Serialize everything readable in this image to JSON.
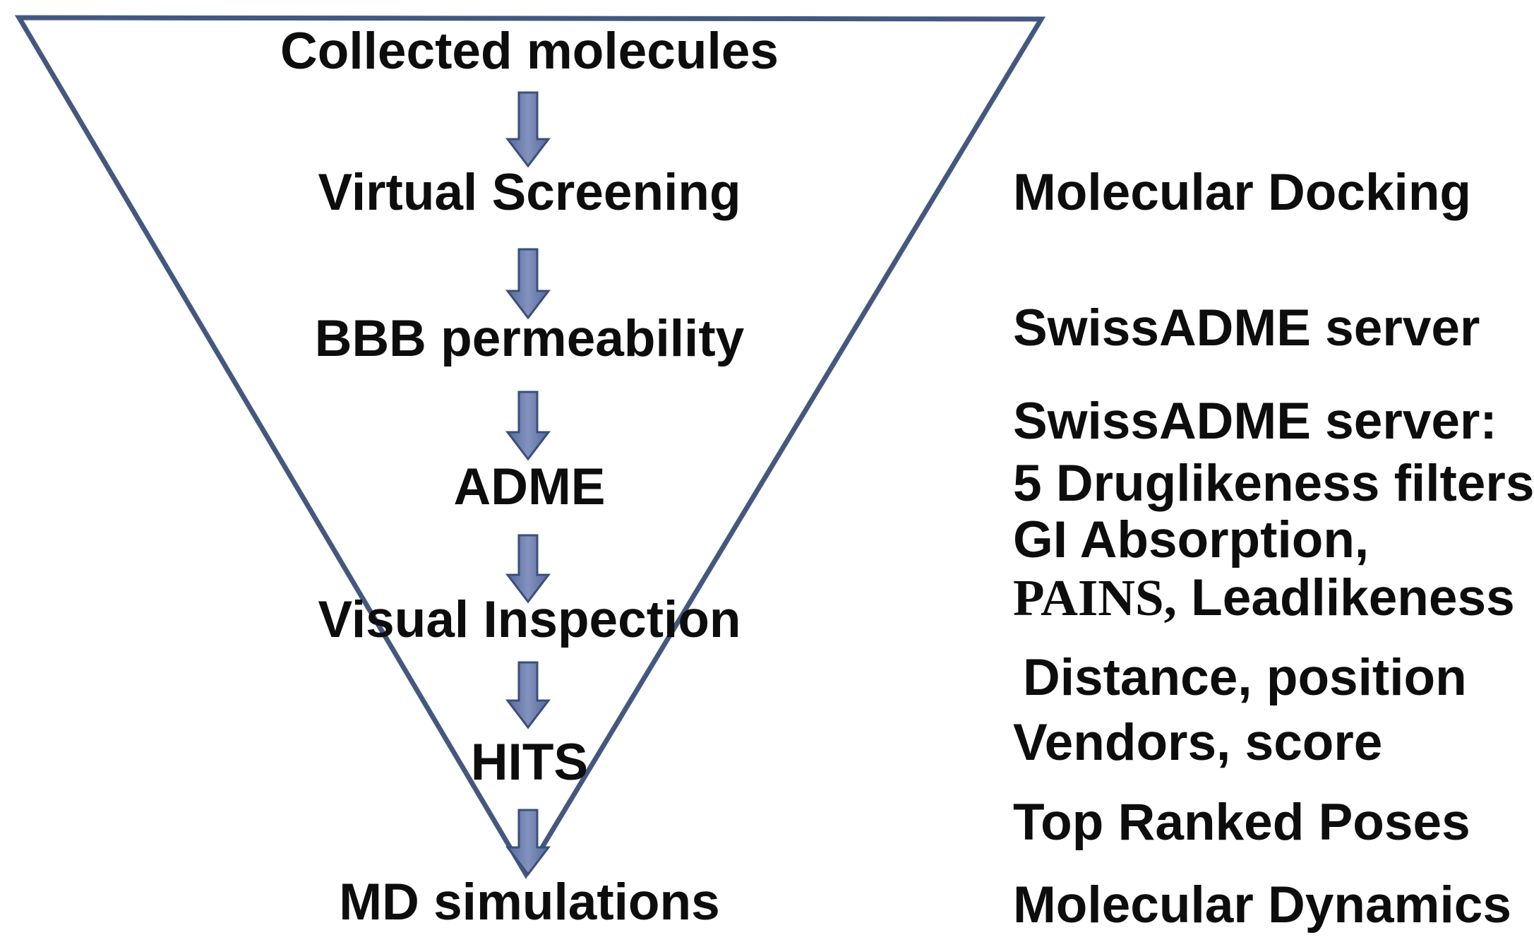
{
  "funnel": {
    "steps": [
      {
        "label": "Collected molecules"
      },
      {
        "label": "Virtual Screening"
      },
      {
        "label": "BBB permeability"
      },
      {
        "label": "ADME"
      },
      {
        "label": "Visual Inspection"
      },
      {
        "label": "HITS"
      },
      {
        "label": "MD simulations"
      }
    ]
  },
  "annotations": [
    {
      "text": "Molecular Docking"
    },
    {
      "text": "SwissADME server"
    },
    {
      "text": "SwissADME server:"
    },
    {
      "text": "5 Druglikeness filters"
    },
    {
      "text": "GI Absorption,"
    },
    {
      "serif": "PAINS,",
      "text": " Leadlikeness"
    },
    {
      "text": "Distance, position"
    },
    {
      "text": "Vendors, score"
    },
    {
      "text": "Top Ranked Poses"
    },
    {
      "text": "Molecular Dynamics"
    }
  ],
  "colors": {
    "funnel_stroke": "#44587f",
    "arrow_fill": "#5b72a8",
    "arrow_fill_light": "#8392bd",
    "arrow_stroke": "#3a4f7a",
    "text": "#0d0d0d"
  }
}
